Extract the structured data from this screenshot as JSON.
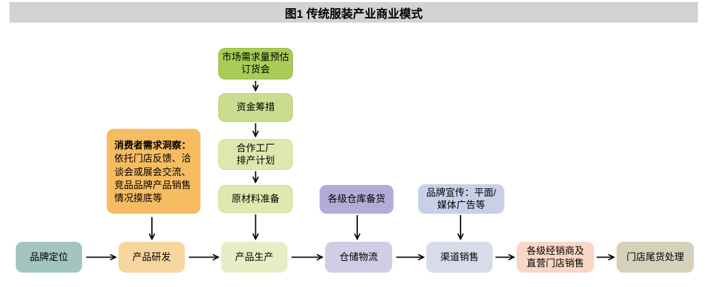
{
  "title": "图1  传统服装产业商业模式",
  "colors": {
    "title_bar": "#d2d2d2",
    "arrow": "#000000"
  },
  "planning_chain": {
    "forecast": {
      "label": "市场需求量预估\n订货会",
      "color": "#a9cc57",
      "border": "#8fba3c"
    },
    "funding": {
      "label": "资金筹措",
      "color": "#cadd8e",
      "border": "#b6cf6d"
    },
    "factory": {
      "label": "合作工厂\n排产计划",
      "color": "#dce8ad",
      "border": "#cfdf90"
    },
    "materials": {
      "label": "原材料准备",
      "color": "#dde9ae",
      "border": "#d0e094"
    }
  },
  "side_notes": {
    "consumer_insight": {
      "heading": "消费者需求洞察：",
      "body": "依托门店反馈、洽谈会或展会交流、竞品品牌产品销售情况摸底等",
      "color": "#f6bc61"
    },
    "warehouse_stock": {
      "label": "各级仓库备货",
      "color": "#b2add7"
    },
    "brand_promotion": {
      "label": "品牌宣传：平面/\n媒体广告等",
      "color": "#c8d0e7"
    }
  },
  "main_flow": [
    {
      "id": "brand-positioning",
      "label": "品牌定位",
      "color": "#a2c5be"
    },
    {
      "id": "product-rnd",
      "label": "产品研发",
      "color": "#f8d79e"
    },
    {
      "id": "production",
      "label": "产品生产",
      "color": "#e7eec6"
    },
    {
      "id": "warehouse-logistics",
      "label": "仓储物流",
      "color": "#d0cde5"
    },
    {
      "id": "channel-sales",
      "label": "渠道销售",
      "color": "#d6dcea"
    },
    {
      "id": "dealer-store-sales",
      "label": "各级经销商及\n直营门店销售",
      "color": "#f8d7c6"
    },
    {
      "id": "clearance",
      "label": "门店尾货处理",
      "color": "#d6d1bb"
    }
  ]
}
